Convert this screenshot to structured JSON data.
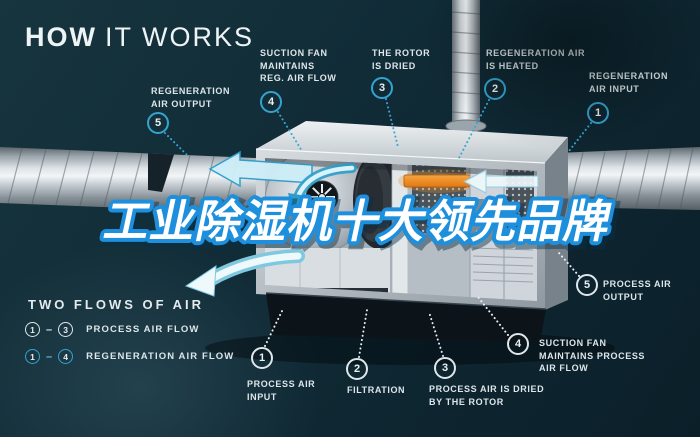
{
  "title": {
    "strong": "HOW",
    "light": "IT WORKS"
  },
  "watermark": {
    "text": "工业除湿机十大领先品牌"
  },
  "legend": {
    "heading": "TWO FLOWS OF AIR",
    "separator": "–",
    "rows": [
      {
        "start": "1",
        "end": "3",
        "label": "PROCESS AIR FLOW"
      },
      {
        "start": "1",
        "end": "4",
        "label": "REGENERATION AIR FLOW"
      }
    ]
  },
  "callouts": {
    "regeneration": [
      {
        "num": "5",
        "label": "REGENERATION\nAIR OUTPUT"
      },
      {
        "num": "4",
        "label": "SUCTION FAN\nMAINTAINS\nREG. AIR FLOW"
      },
      {
        "num": "3",
        "label": "THE ROTOR\nIS DRIED"
      },
      {
        "num": "2",
        "label": "REGENERATION AIR\nIS HEATED"
      },
      {
        "num": "1",
        "label": "REGENERATION\nAIR INPUT"
      }
    ],
    "process": [
      {
        "num": "1",
        "label": "PROCESS AIR\nINPUT"
      },
      {
        "num": "2",
        "label": "FILTRATION"
      },
      {
        "num": "3",
        "label": "PROCESS AIR IS DRIED\nBY THE ROTOR"
      },
      {
        "num": "4",
        "label": "SUCTION FAN\nMAINTAINS PROCESS\nAIR FLOW"
      },
      {
        "num": "5",
        "label": "PROCESS AIR\nOUTPUT"
      }
    ]
  },
  "colors": {
    "background": "#102b36",
    "regeneration_accent": "#35a3d0",
    "process_accent": "#dfe7ea",
    "heater_orange": "#e8821e",
    "watermark_fill": "#ffffff",
    "watermark_outline": "#1d8fdc",
    "duct_metal": "#c9d0d5"
  }
}
